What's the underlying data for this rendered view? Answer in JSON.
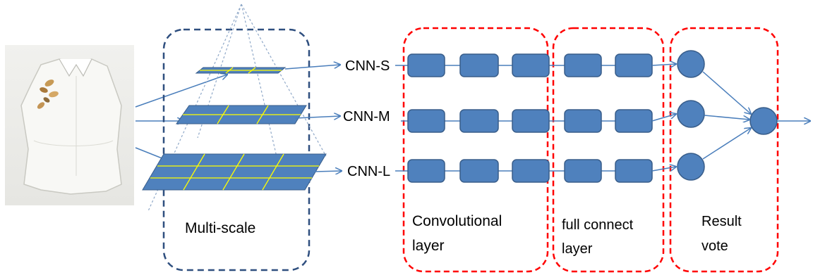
{
  "labels": {
    "cnn_s": "CNN-S",
    "cnn_m": "CNN-M",
    "cnn_l": "CNN-L",
    "multi_scale": "Multi-scale",
    "conv_line1": "Convolutional",
    "conv_line2": "layer",
    "fc_line1": "full connect",
    "fc_line2": "layer",
    "vote_line1": "Result",
    "vote_line2": "vote"
  },
  "colors": {
    "block_fill": "#4f81bd",
    "block_stroke": "#385d8a",
    "arrow": "#4a7ebb",
    "multi_scale_box": "#2f4f7f",
    "stage_box": "#ff0000",
    "grid_line": "#ffff00",
    "pyramid_line": "#8fa8c8"
  },
  "icons": {
    "input_image": "sleeveless-blouse-photo"
  }
}
